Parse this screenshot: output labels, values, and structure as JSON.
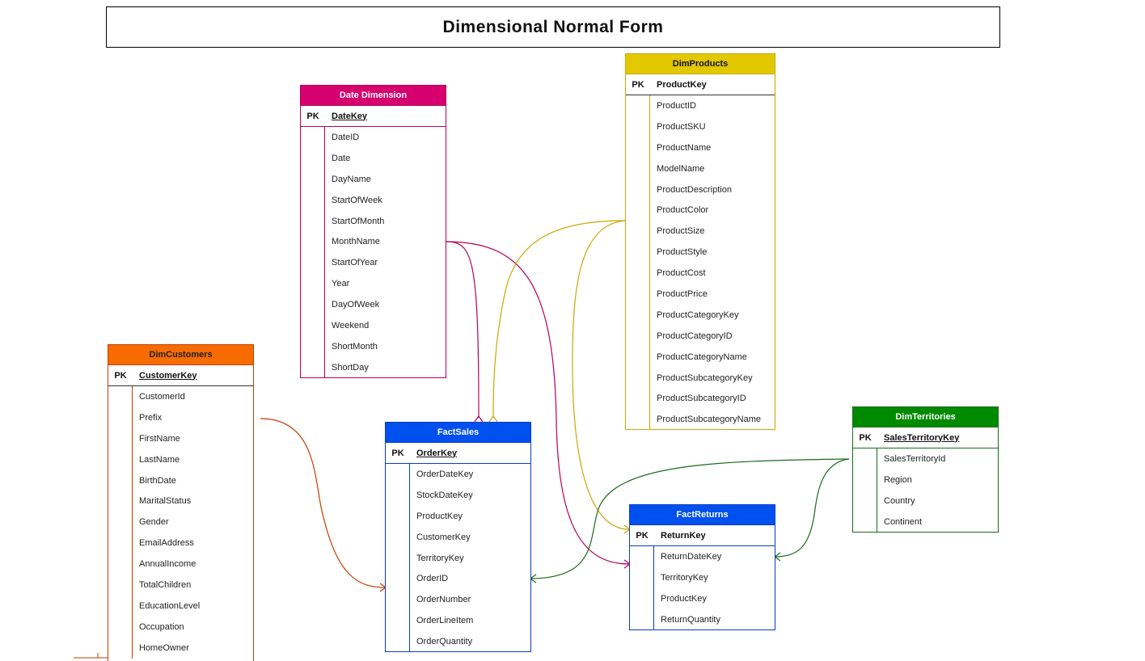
{
  "title": "Dimensional Normal Form",
  "colors": {
    "date_dimension": "#d6006e",
    "dim_products": "#e3c800",
    "dim_customers": "#f76b00",
    "fact_sales": "#0050ef",
    "fact_returns": "#0050ef",
    "dim_territories": "#008a00"
  },
  "pk_label": "PK",
  "date_dimension": {
    "name": "Date Dimension",
    "pk": "DateKey",
    "fields": [
      "DateID",
      "Date",
      "DayName",
      "StartOfWeek",
      "StartOfMonth",
      "MonthName",
      "StartOfYear",
      "Year",
      "DayOfWeek",
      "Weekend",
      "ShortMonth",
      "ShortDay"
    ]
  },
  "dim_products": {
    "name": "DimProducts",
    "pk": "ProductKey",
    "fields": [
      "ProductID",
      "ProductSKU",
      "ProductName",
      "ModelName",
      "ProductDescription",
      "ProductColor",
      "ProductSize",
      "ProductStyle",
      "ProductCost",
      "ProductPrice",
      "ProductCategoryKey",
      "ProductCategoryID",
      "ProductCategoryName",
      "ProductSubcategoryKey",
      "ProductSubcategoryID",
      "ProductSubcategoryName"
    ]
  },
  "dim_customers": {
    "name": "DimCustomers",
    "pk": "CustomerKey",
    "fields": [
      "CustomerId",
      "Prefix",
      "FirstName",
      "LastName",
      "BirthDate",
      "MaritalStatus",
      "Gender",
      "EmailAddress",
      "AnnualIncome",
      "TotalChildren",
      "EducationLevel",
      "Occupation",
      "HomeOwner"
    ]
  },
  "fact_sales": {
    "name": "FactSales",
    "pk": "OrderKey",
    "fields": [
      "OrderDateKey",
      "StockDateKey",
      "ProductKey",
      "CustomerKey",
      "TerritoryKey",
      "OrderID",
      "OrderNumber",
      "OrderLineItem",
      "OrderQuantity"
    ]
  },
  "fact_returns": {
    "name": "FactReturns",
    "pk": "ReturnKey",
    "fields": [
      "ReturnDateKey",
      "TerritoryKey",
      "ProductKey",
      "ReturnQuantity"
    ]
  },
  "dim_territories": {
    "name": "DimTerritories",
    "pk": "SalesTerritoryKey",
    "fields": [
      "SalesTerritoryId",
      "Region",
      "Country",
      "Continent"
    ]
  }
}
